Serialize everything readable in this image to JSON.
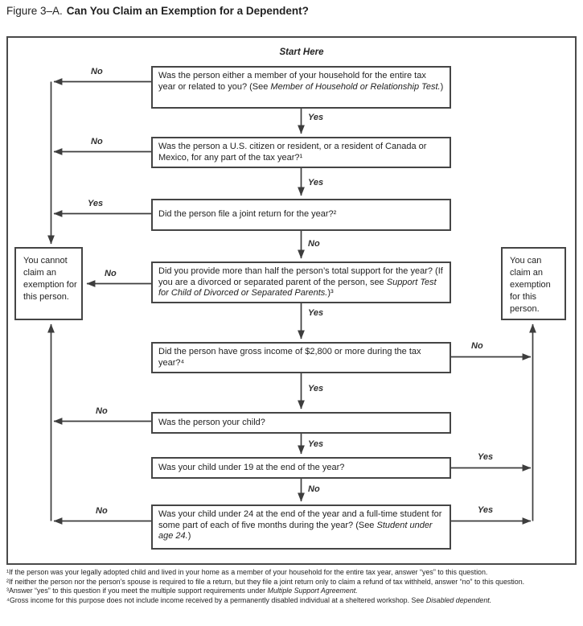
{
  "title": {
    "prefix": "Figure 3–A.",
    "main": "Can You Claim an Exemption for a Dependent?"
  },
  "start_label": "Start Here",
  "questions": {
    "q1": {
      "parts": [
        {
          "t": "Was the person either a member of your household for the entire tax year or related to you? (See "
        },
        {
          "t": "Member of Household or Relationship Test.",
          "i": true
        },
        {
          "t": ")"
        }
      ]
    },
    "q2": {
      "parts": [
        {
          "t": "Was the person a U.S. citizen or resident, or a resident of Canada or Mexico, for any part of the tax year?¹"
        }
      ]
    },
    "q3": {
      "parts": [
        {
          "t": "Did the person file a joint return for the year?²"
        }
      ]
    },
    "q4": {
      "parts": [
        {
          "t": "Did you provide more than half the person’s total support for the year? (If you are a divorced or separated parent of the person, see "
        },
        {
          "t": "Support Test for Child of Divorced or Separated Parents.",
          "i": true
        },
        {
          "t": ")³"
        }
      ]
    },
    "q5": {
      "parts": [
        {
          "t": "Did the person have gross income of $2,800 or more during the tax year?⁴"
        }
      ]
    },
    "q6": {
      "parts": [
        {
          "t": "Was the person your child?"
        }
      ]
    },
    "q7": {
      "parts": [
        {
          "t": "Was your child under 19 at the end of the year?"
        }
      ]
    },
    "q8": {
      "parts": [
        {
          "t": "Was your child under 24 at the end of the year and a full-time student for some part of each of five months during the year? (See "
        },
        {
          "t": "Student under age 24.",
          "i": true
        },
        {
          "t": ")"
        }
      ]
    }
  },
  "results": {
    "cannot": "You cannot claim an exemption for this person.",
    "can": "You can claim an exemption for this person."
  },
  "edge_labels": {
    "q1_no": "No",
    "q2_no": "No",
    "q3_yes": "Yes",
    "q4_no": "No",
    "q6_no": "No",
    "q8_no": "No",
    "q1_yes": "Yes",
    "q2_yes": "Yes",
    "q3_no": "No",
    "q4_yes": "Yes",
    "q5_yes": "Yes",
    "q6_yes": "Yes",
    "q7_no": "No",
    "q5_no": "No",
    "q7_yes": "Yes",
    "q8_yes": "Yes"
  },
  "footnotes": {
    "fn1": {
      "parts": [
        {
          "t": "¹If the person was your legally adopted child and lived in your home as a member of your household for the entire tax year, answer “yes” to this question."
        }
      ]
    },
    "fn2": {
      "parts": [
        {
          "t": "²If neither the person nor the person’s spouse is required to file a return, but they file a joint return only to claim a refund of tax withheld, answer “no” to this question."
        }
      ]
    },
    "fn3": {
      "parts": [
        {
          "t": "³Answer “yes” to this question if you meet the multiple support requirements under "
        },
        {
          "t": "Multiple Support Agreement.",
          "i": true
        }
      ]
    },
    "fn4": {
      "parts": [
        {
          "t": "⁴Gross income for this purpose does not include income received by a permanently disabled individual at a sheltered workshop. See "
        },
        {
          "t": "Disabled dependent.",
          "i": true
        }
      ]
    }
  },
  "colors": {
    "line": "#3d3d3d",
    "border": "#454545",
    "text": "#222222"
  }
}
